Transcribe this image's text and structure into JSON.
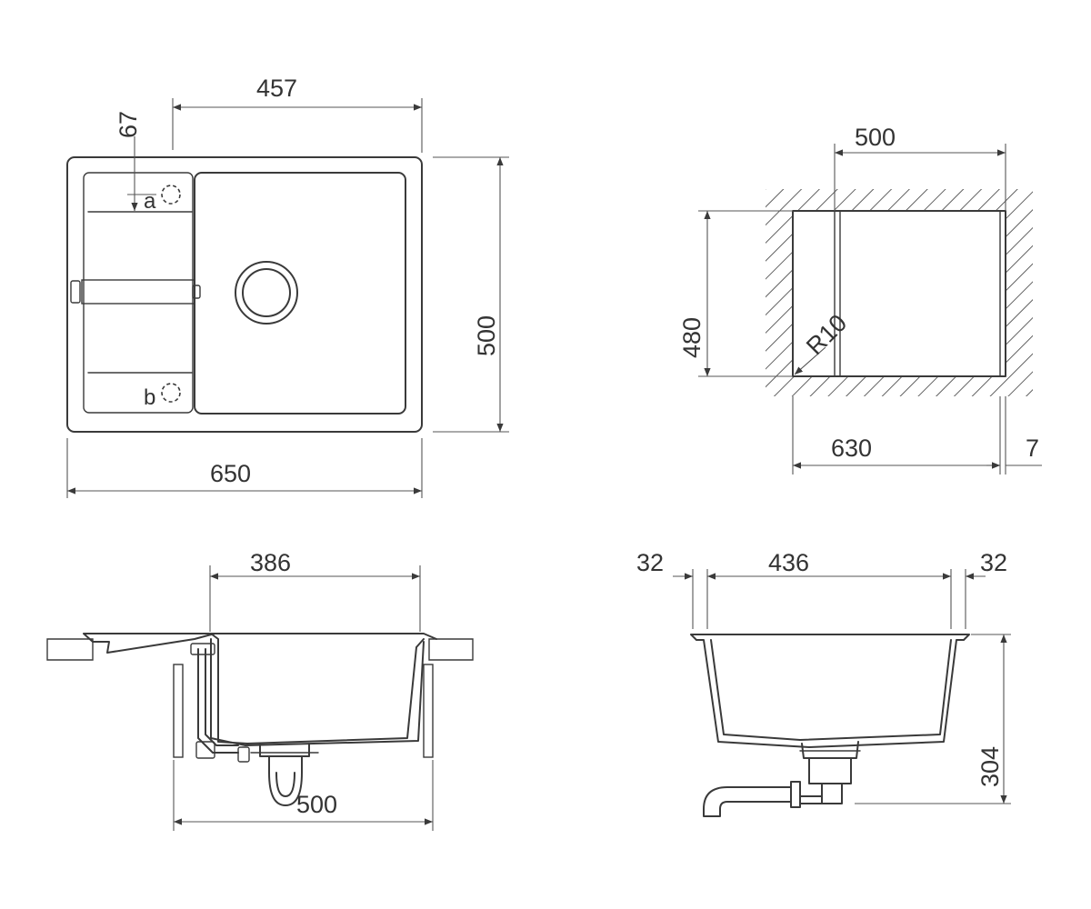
{
  "colors": {
    "line": "#3a3a3a",
    "background": "#ffffff"
  },
  "top_view": {
    "dims": {
      "bowl_width": "457",
      "top_offset": "67",
      "overall_depth": "500",
      "overall_width": "650"
    },
    "labels": {
      "a": "a",
      "b": "b"
    }
  },
  "cutout_view": {
    "dims": {
      "inner_width": "500",
      "height": "480",
      "radius": "R10",
      "outer_width": "630",
      "margin": "7"
    }
  },
  "side_view": {
    "dims": {
      "bowl_width": "386",
      "cabinet_width": "500"
    }
  },
  "front_view": {
    "dims": {
      "left_rim": "32",
      "bowl_width": "436",
      "right_rim": "32",
      "height": "304"
    }
  }
}
